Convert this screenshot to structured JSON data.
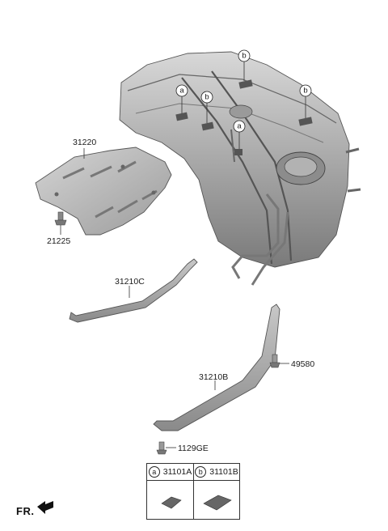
{
  "labels": {
    "protector": "31220",
    "protector_bolt": "21225",
    "band_c": "31210C",
    "band_b": "31210B",
    "band_bolt": "49580",
    "band_clip": "1129GE"
  },
  "markers": {
    "a": "a",
    "b": "b"
  },
  "legend": {
    "a": {
      "circle": "a",
      "part": "31101A"
    },
    "b": {
      "circle": "b",
      "part": "31101B"
    }
  },
  "fr_label": "FR."
}
